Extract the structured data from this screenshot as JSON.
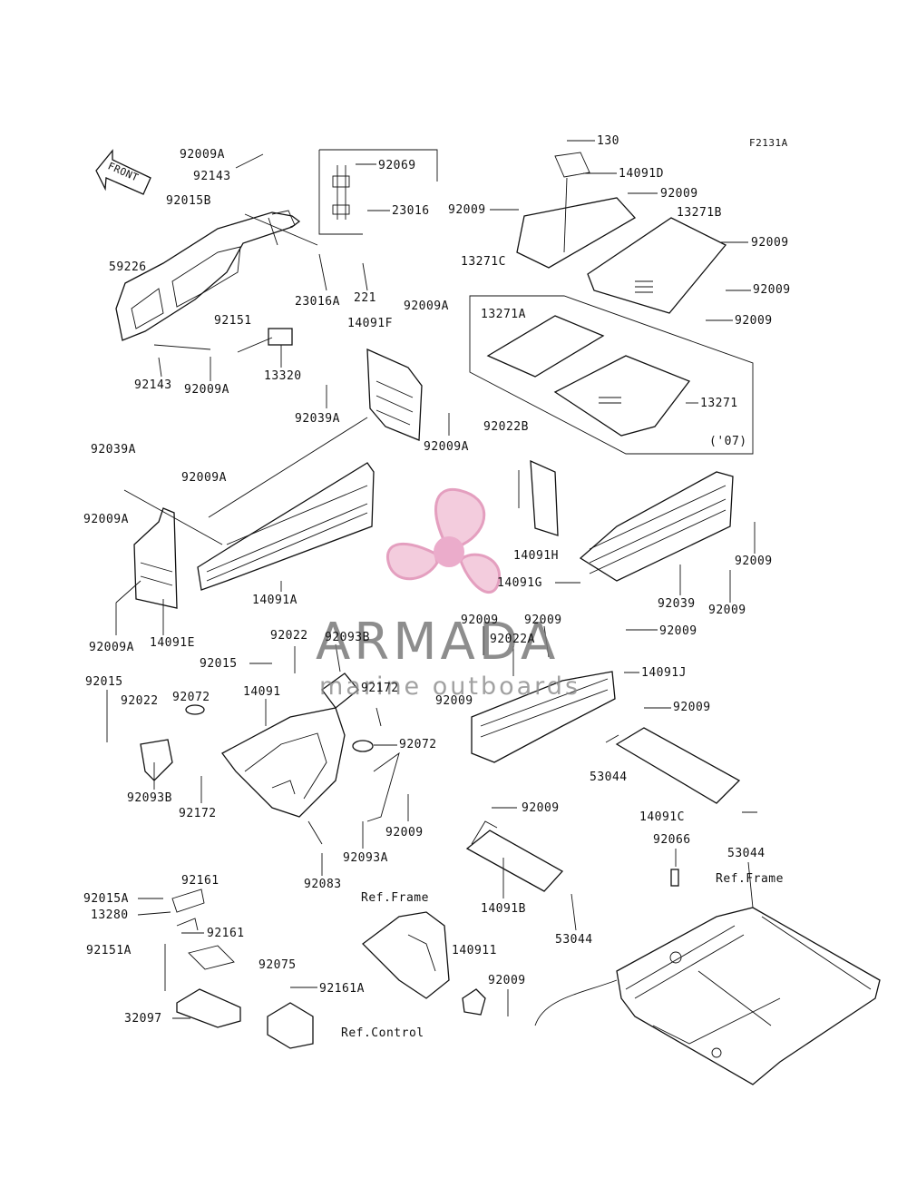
{
  "diagram_code": "F2131A",
  "front_label": "FRONT",
  "watermark": {
    "title": "ARMADA",
    "subtitle": "marine outboards",
    "color": "#e8a5c4"
  },
  "callouts": [
    {
      "id": "c1",
      "text": "130"
    },
    {
      "id": "c2",
      "text": "92009A"
    },
    {
      "id": "c3",
      "text": "92143"
    },
    {
      "id": "c4",
      "text": "92069"
    },
    {
      "id": "c5",
      "text": "14091D"
    },
    {
      "id": "c6",
      "text": "92015B"
    },
    {
      "id": "c7",
      "text": "92009"
    },
    {
      "id": "c8",
      "text": "23016"
    },
    {
      "id": "c9",
      "text": "92009"
    },
    {
      "id": "c10",
      "text": "13271B"
    },
    {
      "id": "c11",
      "text": "92009"
    },
    {
      "id": "c12",
      "text": "59226"
    },
    {
      "id": "c13",
      "text": "13271C"
    },
    {
      "id": "c14",
      "text": "23016A"
    },
    {
      "id": "c15",
      "text": "221"
    },
    {
      "id": "c16",
      "text": "92009"
    },
    {
      "id": "c17",
      "text": "92009A"
    },
    {
      "id": "c18",
      "text": "13271A"
    },
    {
      "id": "c19",
      "text": "92151"
    },
    {
      "id": "c20",
      "text": "92009"
    },
    {
      "id": "c21",
      "text": "14091F"
    },
    {
      "id": "c22",
      "text": "13320"
    },
    {
      "id": "c23",
      "text": "92143"
    },
    {
      "id": "c24",
      "text": "92009A"
    },
    {
      "id": "c25",
      "text": "13271"
    },
    {
      "id": "c26",
      "text": "92039A"
    },
    {
      "id": "c27",
      "text": "92009A"
    },
    {
      "id": "c28",
      "text": "92022B"
    },
    {
      "id": "c29",
      "text": "('07)"
    },
    {
      "id": "c30",
      "text": "92039A"
    },
    {
      "id": "c31",
      "text": "92009A"
    },
    {
      "id": "c32",
      "text": "92009A"
    },
    {
      "id": "c33",
      "text": "14091H"
    },
    {
      "id": "c34",
      "text": "92009"
    },
    {
      "id": "c35",
      "text": "14091G"
    },
    {
      "id": "c36",
      "text": "14091A"
    },
    {
      "id": "c37",
      "text": "92039"
    },
    {
      "id": "c38",
      "text": "92009"
    },
    {
      "id": "c39",
      "text": "92009A"
    },
    {
      "id": "c40",
      "text": "14091E"
    },
    {
      "id": "c41",
      "text": "92009"
    },
    {
      "id": "c42",
      "text": "92009"
    },
    {
      "id": "c43",
      "text": "92009"
    },
    {
      "id": "c44",
      "text": "92022"
    },
    {
      "id": "c45",
      "text": "92093B"
    },
    {
      "id": "c46",
      "text": "92022A"
    },
    {
      "id": "c47",
      "text": "92015"
    },
    {
      "id": "c48",
      "text": "14091J"
    },
    {
      "id": "c49",
      "text": "92015"
    },
    {
      "id": "c50",
      "text": "14091"
    },
    {
      "id": "c51",
      "text": "92172"
    },
    {
      "id": "c52",
      "text": "92022"
    },
    {
      "id": "c53",
      "text": "92072"
    },
    {
      "id": "c54",
      "text": "92009"
    },
    {
      "id": "c55",
      "text": "92009"
    },
    {
      "id": "c56",
      "text": "92072"
    },
    {
      "id": "c57",
      "text": "53044"
    },
    {
      "id": "c58",
      "text": "92093B"
    },
    {
      "id": "c59",
      "text": "14091C"
    },
    {
      "id": "c60",
      "text": "92172"
    },
    {
      "id": "c61",
      "text": "92009"
    },
    {
      "id": "c62",
      "text": "92009"
    },
    {
      "id": "c63",
      "text": "92093A"
    },
    {
      "id": "c64",
      "text": "92066"
    },
    {
      "id": "c65",
      "text": "92083"
    },
    {
      "id": "c66",
      "text": "53044"
    },
    {
      "id": "c67",
      "text": "92161"
    },
    {
      "id": "c68",
      "text": "Ref.Frame"
    },
    {
      "id": "c69",
      "text": "Ref.Frame"
    },
    {
      "id": "c70",
      "text": "92015A"
    },
    {
      "id": "c71",
      "text": "14091B"
    },
    {
      "id": "c72",
      "text": "13280"
    },
    {
      "id": "c73",
      "text": "92161"
    },
    {
      "id": "c74",
      "text": "53044"
    },
    {
      "id": "c75",
      "text": "140911"
    },
    {
      "id": "c76",
      "text": "92151A"
    },
    {
      "id": "c77",
      "text": "92075"
    },
    {
      "id": "c78",
      "text": "92009"
    },
    {
      "id": "c79",
      "text": "92161A"
    },
    {
      "id": "c80",
      "text": "32097"
    },
    {
      "id": "c81",
      "text": "Ref.Control"
    }
  ]
}
